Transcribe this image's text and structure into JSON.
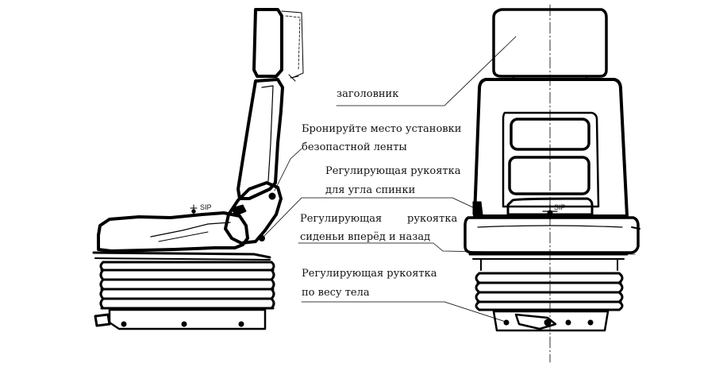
{
  "labels": {
    "headrest": "заголовник",
    "belt_line1": "Бронируйте место установки",
    "belt_line2": "безопастной ленты",
    "back_line1": "Регулирующая рукоятка",
    "back_line2": "для угла спинки",
    "fwd_line1a": "Регулирующая",
    "fwd_line1b": "рукоятка",
    "fwd_line2": "сиденьи вперёд и назад",
    "weight_line1": "Регулирующая рукоятка",
    "weight_line2": "по весу тела"
  },
  "sip_side": "SIP",
  "sip_front": "SIP"
}
